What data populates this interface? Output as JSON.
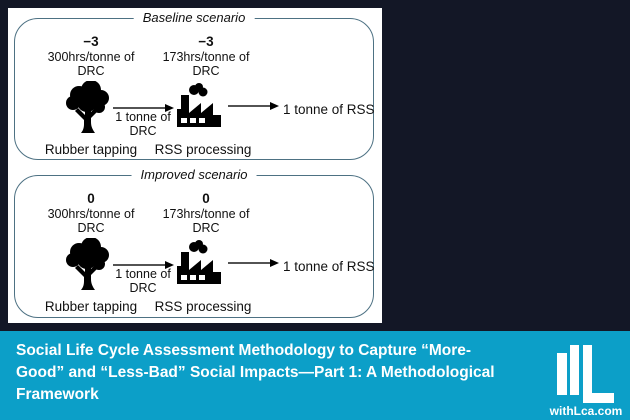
{
  "colors": {
    "page_bg": "#131726",
    "panel_bg": "#ffffff",
    "box_border": "#4d7183",
    "banner_bg": "#0c9fc8",
    "diagram_text": "#111111",
    "banner_text": "#ffffff"
  },
  "diagram": {
    "scenarios": [
      {
        "title": "Baseline scenario",
        "tapping": {
          "impact": "−3",
          "rate1": "300hrs/tonne of",
          "rate2": "DRC",
          "label": "Rubber tapping"
        },
        "processing": {
          "impact": "−3",
          "rate1": "173hrs/tonne of",
          "rate2": "DRC",
          "label": "RSS processing"
        },
        "flow": {
          "line1": "1 tonne of",
          "line2": "DRC"
        },
        "output": "1 tonne of RSS"
      },
      {
        "title": "Improved scenario",
        "tapping": {
          "impact": "0",
          "rate1": "300hrs/tonne of",
          "rate2": "DRC",
          "label": "Rubber tapping"
        },
        "processing": {
          "impact": "0",
          "rate1": "173hrs/tonne of",
          "rate2": "DRC",
          "label": "RSS processing"
        },
        "flow": {
          "line1": "1 tonne of",
          "line2": "DRC"
        },
        "output": "1 tonne of RSS"
      }
    ]
  },
  "banner": {
    "title_lines": [
      "Social Life Cycle Assessment Methodology to Capture “More-",
      "Good” and “Less-Bad” Social Impacts—Part 1: A Methodological",
      "Framework"
    ],
    "brand": "withLca.com"
  }
}
